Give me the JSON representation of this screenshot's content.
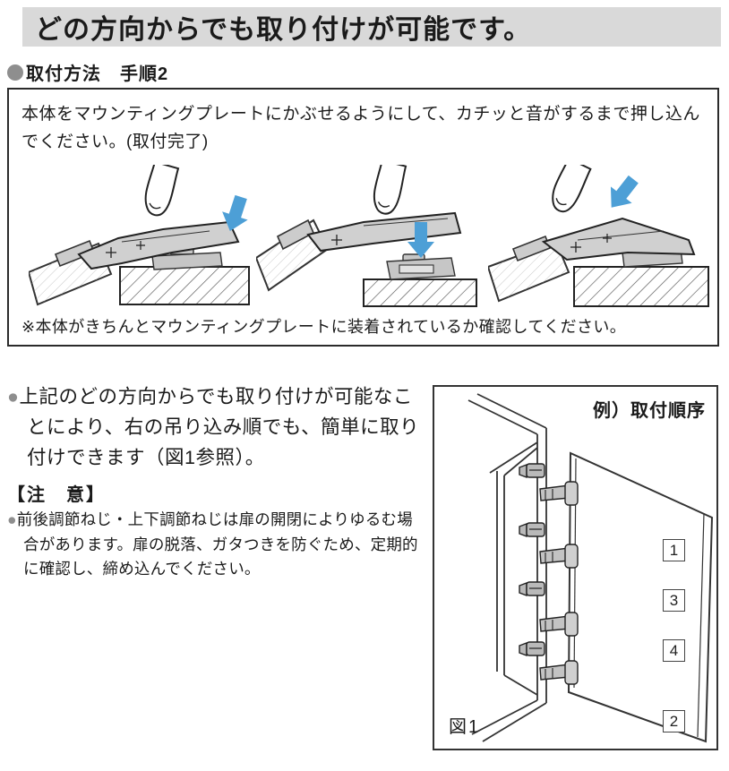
{
  "page": {
    "title": "どの方向からでも取り付けが可能です。"
  },
  "section": {
    "heading": "取付方法　手順2"
  },
  "instruction_box": {
    "body": "本体をマウンティングプレートにかぶせるようにして、カチッと音がするまで押し込んでください。(取付完了)",
    "note": "※本体がきちんとマウンティングプレートに装着されているか確認してください。",
    "illustrations": [
      {
        "name": "attach-hooked-at-rear",
        "arrow_direction": "down"
      },
      {
        "name": "attach-straight-down",
        "arrow_direction": "down"
      },
      {
        "name": "attach-hooked-at-front",
        "arrow_direction": "down-left"
      }
    ],
    "arrow_color": "#4d9fd6"
  },
  "notes": {
    "bullet_glyph": "●",
    "p1": "上記のどの方向からでも取り付けが可能なことにより、右の吊り込み順でも、簡単に取り付けできます（図1参照）。",
    "caution_heading": "【注　意】",
    "caution_body": "前後調節ねじ・上下調節ねじは扉の開閉によりゆるむ場合があります。扉の脱落、ガタつきを防ぐため、定期的に確認し、締め込んでください。"
  },
  "figure": {
    "title": "例）取付順序",
    "label": "図1",
    "order": [
      "1",
      "3",
      "4",
      "2"
    ]
  },
  "colors": {
    "title_bar_gray": "#d9d9d9",
    "bullet_gray": "#8e8e8e",
    "accent_blue": "#4d9fd6"
  }
}
